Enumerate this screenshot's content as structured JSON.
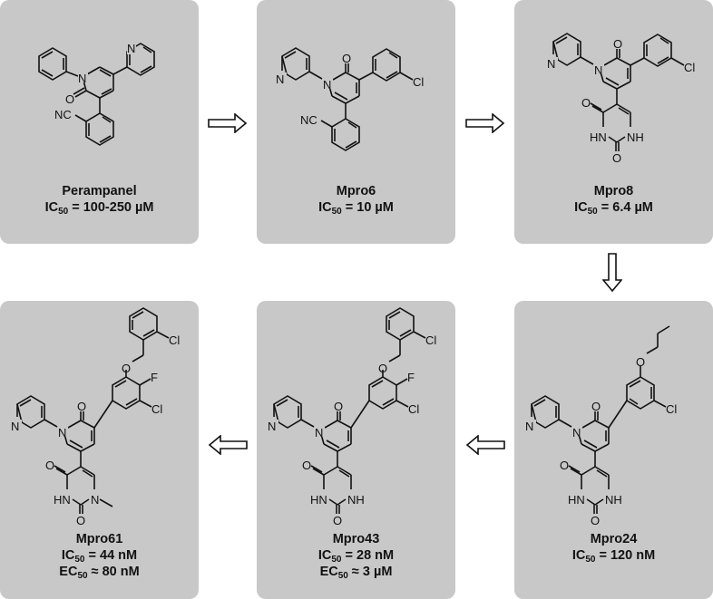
{
  "figure": {
    "flow": [
      "Perampanel",
      "Mpro6",
      "Mpro8",
      "Mpro24",
      "Mpro43",
      "Mpro61"
    ],
    "panel_color": "#c8c8c8",
    "background": "#ffffff"
  },
  "compounds": [
    {
      "name": "Perampanel",
      "metrics": [
        {
          "prefix": "IC",
          "sub": "50",
          "rest": " = 100-250 µM"
        }
      ]
    },
    {
      "name": "Mpro6",
      "metrics": [
        {
          "prefix": "IC",
          "sub": "50",
          "rest": " = 10 µM"
        }
      ]
    },
    {
      "name": "Mpro8",
      "metrics": [
        {
          "prefix": "IC",
          "sub": "50",
          "rest": " = 6.4 µM"
        }
      ]
    },
    {
      "name": "Mpro24",
      "metrics": [
        {
          "prefix": "IC",
          "sub": "50",
          "rest": " = 120 nM"
        }
      ]
    },
    {
      "name": "Mpro43",
      "metrics": [
        {
          "prefix": "IC",
          "sub": "50",
          "rest": " = 28 nM"
        },
        {
          "prefix": "EC",
          "sub": "50",
          "rest": " ≈ 3 µM"
        }
      ]
    },
    {
      "name": "Mpro61",
      "metrics": [
        {
          "prefix": "IC",
          "sub": "50",
          "rest": " = 44 nM"
        },
        {
          "prefix": "EC",
          "sub": "50",
          "rest": " ≈ 80 nM"
        }
      ]
    }
  ],
  "atoms": {
    "N": "N",
    "O": "O",
    "Cl": "Cl",
    "F": "F",
    "NC": "NC",
    "HN": "HN",
    "NH": "NH"
  },
  "arrows": [
    {
      "from": "Perampanel",
      "to": "Mpro6",
      "direction": "right"
    },
    {
      "from": "Mpro6",
      "to": "Mpro8",
      "direction": "right"
    },
    {
      "from": "Mpro8",
      "to": "Mpro24",
      "direction": "down"
    },
    {
      "from": "Mpro24",
      "to": "Mpro43",
      "direction": "left"
    },
    {
      "from": "Mpro43",
      "to": "Mpro61",
      "direction": "left"
    }
  ]
}
